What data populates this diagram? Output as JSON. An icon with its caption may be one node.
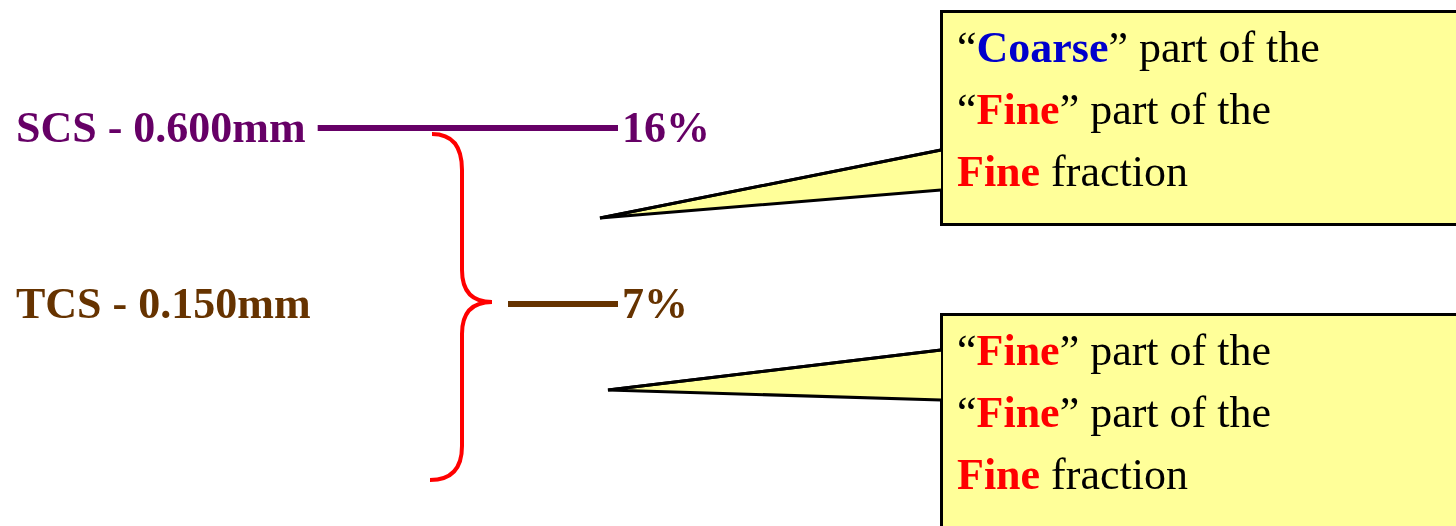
{
  "diagram": {
    "nodes": [
      {
        "text": [
          "SCS - 0.600mm"
        ]
      },
      {
        "text": [
          "16%"
        ]
      },
      {
        "text": [
          "TCS - 0.150mm"
        ]
      },
      {
        "text": [
          "7%"
        ]
      },
      {
        "text": [
          "“**Coarse**” part of the “**Fine**” part of the **Fine** fraction"
        ]
      },
      {
        "text": [
          "“**Fine**” part of the “**Fine**” part of the **Fine** fraction"
        ]
      }
    ],
    "edges": [
      {
        "from": 0,
        "to": 1,
        "arrow": "none",
        "color": "#660066",
        "style": "thick"
      },
      {
        "from": null,
        "to": 3,
        "arrow": "none",
        "color": "#663300",
        "style": "thick"
      },
      {
        "from": 4,
        "to": null,
        "arrow": "none"
      },
      {
        "from": 5,
        "to": null,
        "arrow": "none"
      }
    ]
  }
}
